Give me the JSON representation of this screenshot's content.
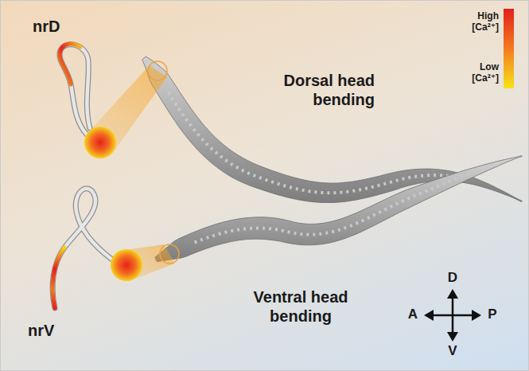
{
  "diagram": {
    "labels": [
      "nrD",
      "Dorsal head bending",
      "High [Ca²⁺]",
      "Low [Ca²⁺]",
      "nrV",
      "Ventral head bending",
      "D",
      "A",
      "P",
      "V"
    ]
  }
}
